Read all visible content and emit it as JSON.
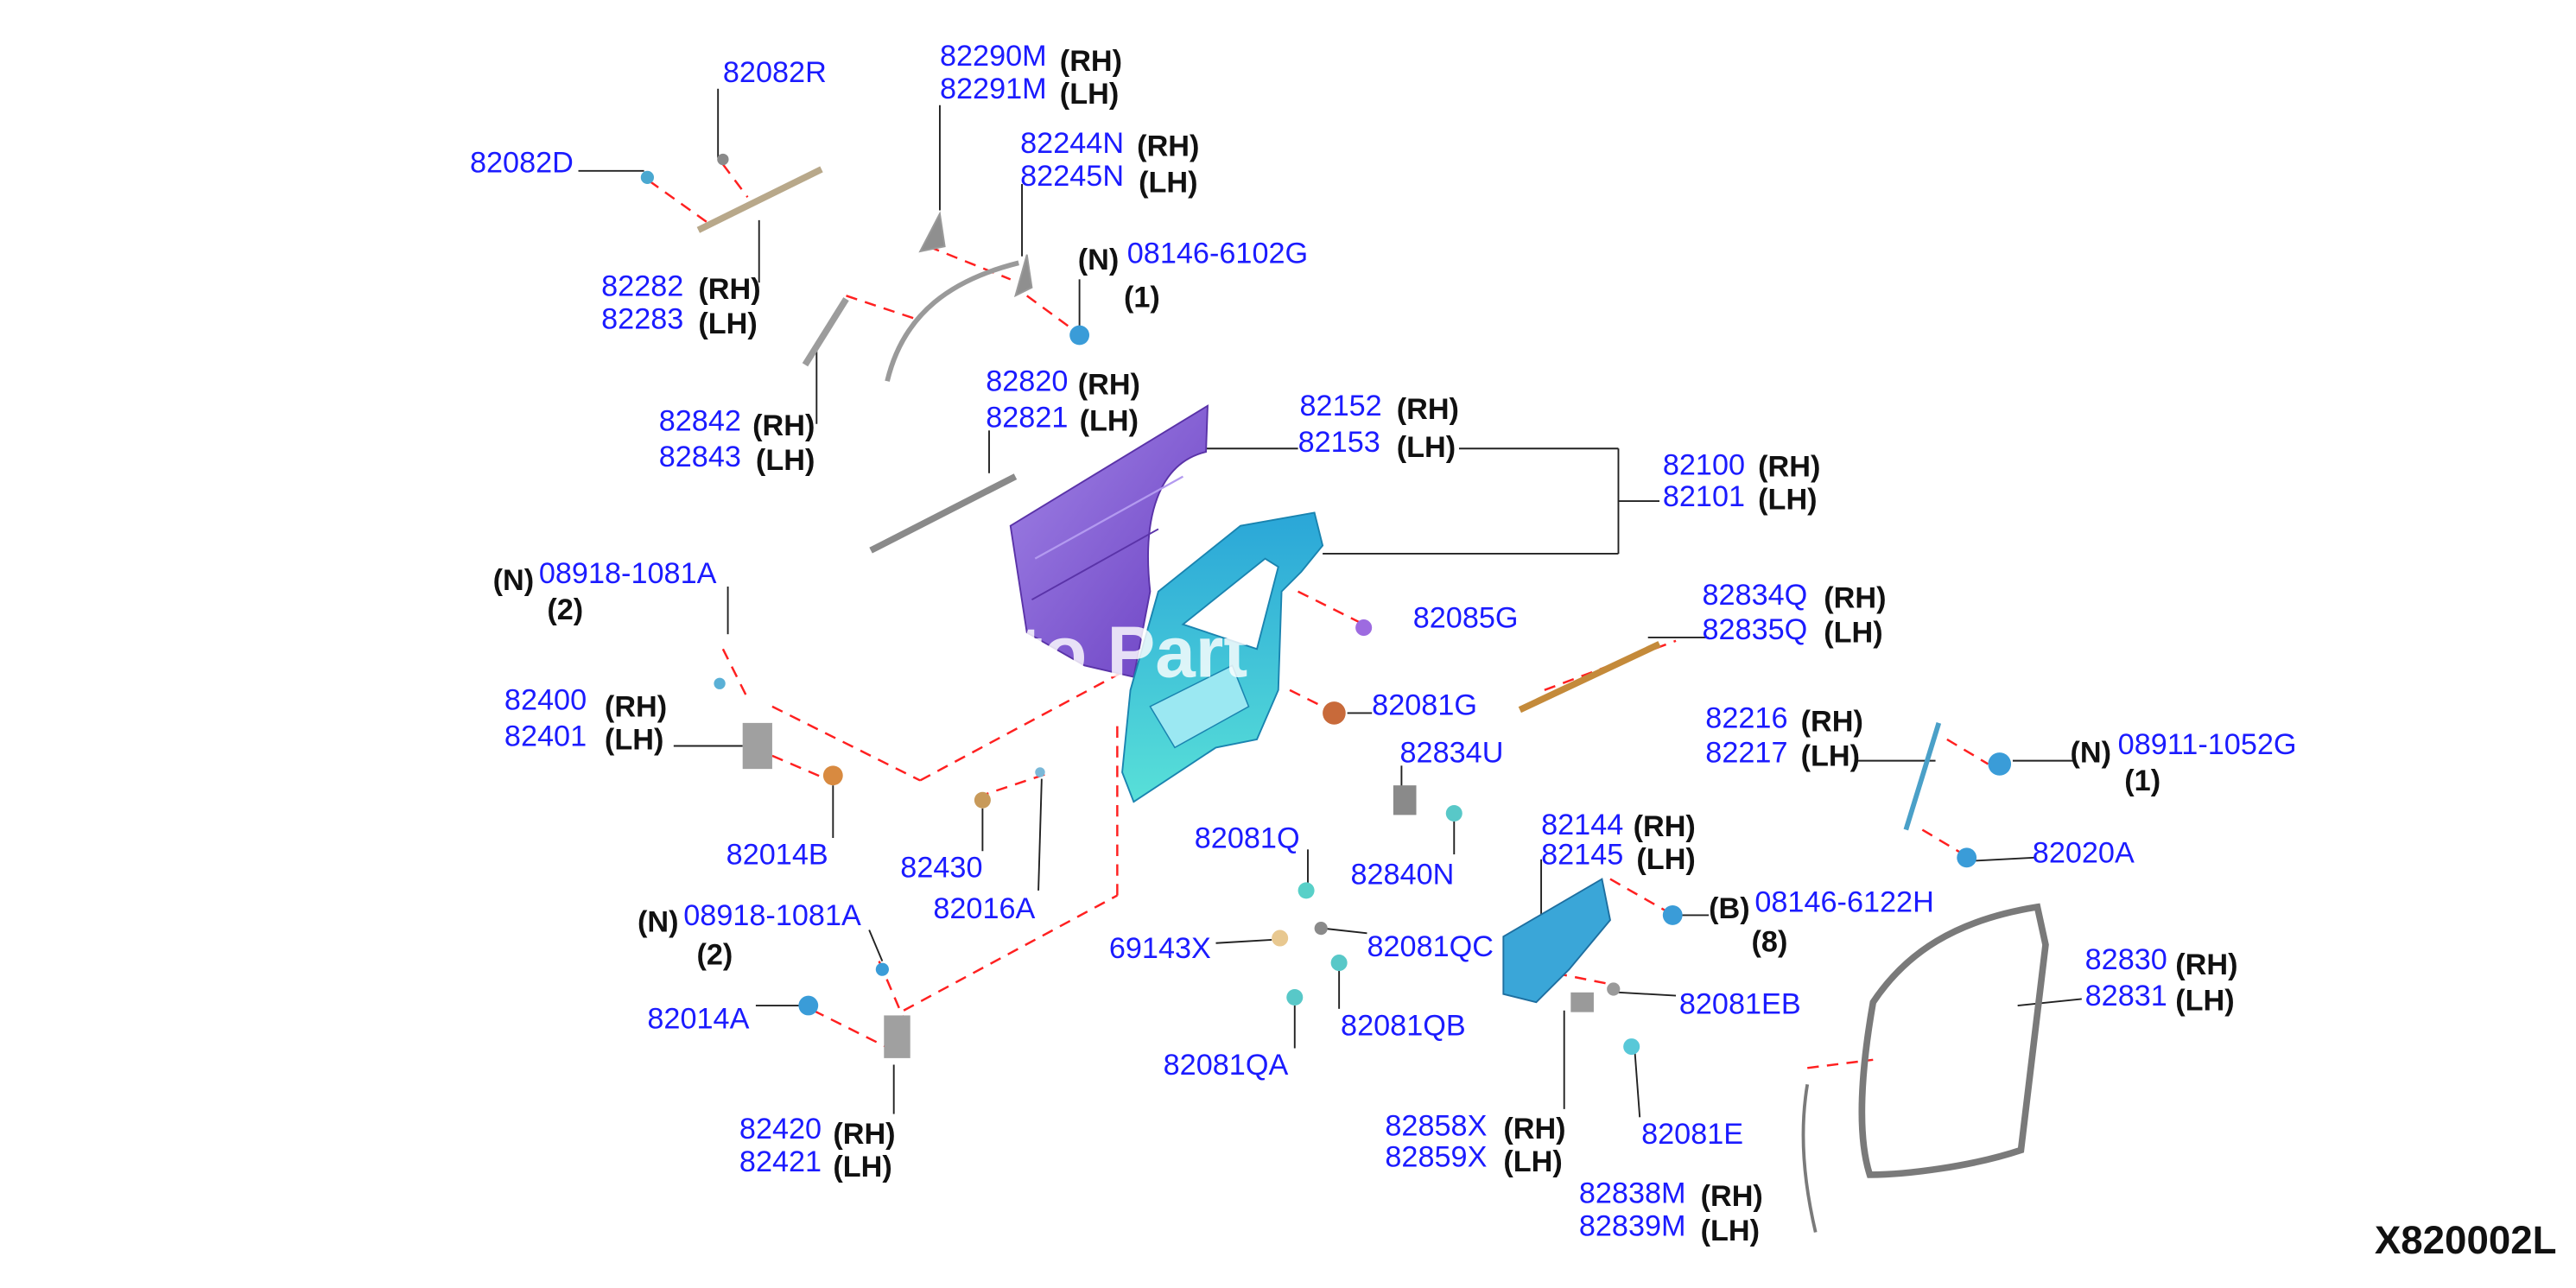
{
  "diagram_code": "X820002L",
  "watermark": "to Part",
  "labels": {
    "c82082R": "82082R",
    "c82082D": "82082D",
    "c82282": "82282",
    "c82282_s": "(RH)",
    "c82283": "82283",
    "c82283_s": "(LH)",
    "c82290M": "82290M",
    "c82290M_s": "(RH)",
    "c82291M": "82291M",
    "c82291M_s": "(LH)",
    "c82244N": "82244N",
    "c82244N_s": "(RH)",
    "c82245N": "82245N",
    "c82245N_s": "(LH)",
    "c08146_6102G_n": "(N)",
    "c08146_6102G": "08146-6102G",
    "c08146_6102G_q": "(1)",
    "c82842": "82842",
    "c82842_s": "(RH)",
    "c82843": "82843",
    "c82843_s": "(LH)",
    "c82820": "82820",
    "c82820_s": "(RH)",
    "c82821": "82821",
    "c82821_s": "(LH)",
    "c82152": "82152",
    "c82152_s": "(RH)",
    "c82153": "82153",
    "c82153_s": "(LH)",
    "c82100": "82100",
    "c82100_s": "(RH)",
    "c82101": "82101",
    "c82101_s": "(LH)",
    "c08918_a_n": "(N)",
    "c08918_a": "08918-1081A",
    "c08918_a_q": "(2)",
    "c82834Q": "82834Q",
    "c82834Q_s": "(RH)",
    "c82835Q": "82835Q",
    "c82835Q_s": "(LH)",
    "c82085G": "82085G",
    "c82400": "82400",
    "c82400_s": "(RH)",
    "c82401": "82401",
    "c82401_s": "(LH)",
    "c82081G": "82081G",
    "c82216": "82216",
    "c82216_s": "(RH)",
    "c82217": "82217",
    "c82217_s": "(LH)",
    "c08911_n": "(N)",
    "c08911": "08911-1052G",
    "c08911_q": "(1)",
    "c82834U": "82834U",
    "c82014B": "82014B",
    "c82430": "82430",
    "c82016A": "82016A",
    "c82081Q": "82081Q",
    "c82840N": "82840N",
    "c82144": "82144",
    "c82144_s": "(RH)",
    "c82145": "82145",
    "c82145_s": "(LH)",
    "c82020A": "82020A",
    "c08918_b_n": "(N)",
    "c08918_b": "08918-1081A",
    "c08918_b_q": "(2)",
    "c08146_6122H_n": "(B)",
    "c08146_6122H": "08146-6122H",
    "c08146_6122H_q": "(8)",
    "c69143X": "69143X",
    "c82081QC": "82081QC",
    "c82014A": "82014A",
    "c82081EB": "82081EB",
    "c82081QB": "82081QB",
    "c82830": "82830",
    "c82830_s": "(RH)",
    "c82831": "82831",
    "c82831_s": "(LH)",
    "c82081QA": "82081QA",
    "c82420": "82420",
    "c82420_s": "(RH)",
    "c82421": "82421",
    "c82421_s": "(LH)",
    "c82858X": "82858X",
    "c82858X_s": "(RH)",
    "c82859X": "82859X",
    "c82859X_s": "(LH)",
    "c82081E": "82081E",
    "c82838M": "82838M",
    "c82838M_s": "(RH)",
    "c82839M": "82839M",
    "c82839M_s": "(LH)"
  },
  "colors": {
    "part_number": "#1b1bff",
    "side_tag": "#111111",
    "leader": "#222222",
    "dash": "#ff2020",
    "outer_panel": "#8a5cd6",
    "inner_panel": "#3cc8e0",
    "grey_part": "#9a9a9a",
    "seal": "#7a7a7a"
  }
}
